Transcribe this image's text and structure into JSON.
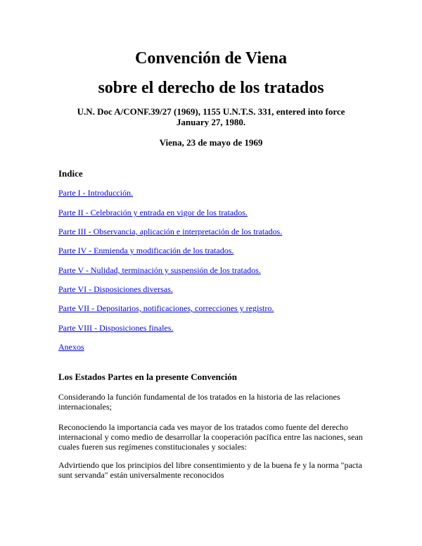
{
  "title_line1": "Convención de Viena",
  "title_line2": "sobre el derecho de los tratados",
  "citation_line1": "U.N. Doc A/CONF.39/27 (1969), 1155 U.N.T.S. 331, entered into force",
  "citation_line2": "January 27, 1980.",
  "place_date": "Viena, 23 de mayo de 1969",
  "index_heading": "Indice",
  "index_links": [
    "Parte I - Introducción.",
    "Parte II - Celebración y entrada en vigor de los tratados.",
    "Parte III - Observancia, aplicación e interpretación de los tratados.",
    "Parte IV - Enmienda y modificación de los tratados.",
    "Parte V - Nulidad, terminación y suspensión de los tratados.",
    "Parte VI - Disposiciones diversas.",
    "Parte VII - Depositarios, notificaciones, correcciones y registro.",
    "Parte VIII - Disposiciones finales.",
    "Anexos"
  ],
  "preamble_heading": "Los Estados Partes en la presente Convención",
  "paragraphs": [
    "Considerando la función fundamental de los tratados en la historia de las relaciones internacionales;",
    "Reconociendo la importancia cada ves mayor de los tratados como fuente del derecho internacional y como medio de desarrollar la cooperación pacífica entre las naciones, sean cuales fueren sus regímenes constitucionales y sociales:",
    "Advirtiendo que los principios del libre consentimiento y de la buena fe y la norma \"pacta sunt servanda\" están universalmente reconocidos"
  ]
}
